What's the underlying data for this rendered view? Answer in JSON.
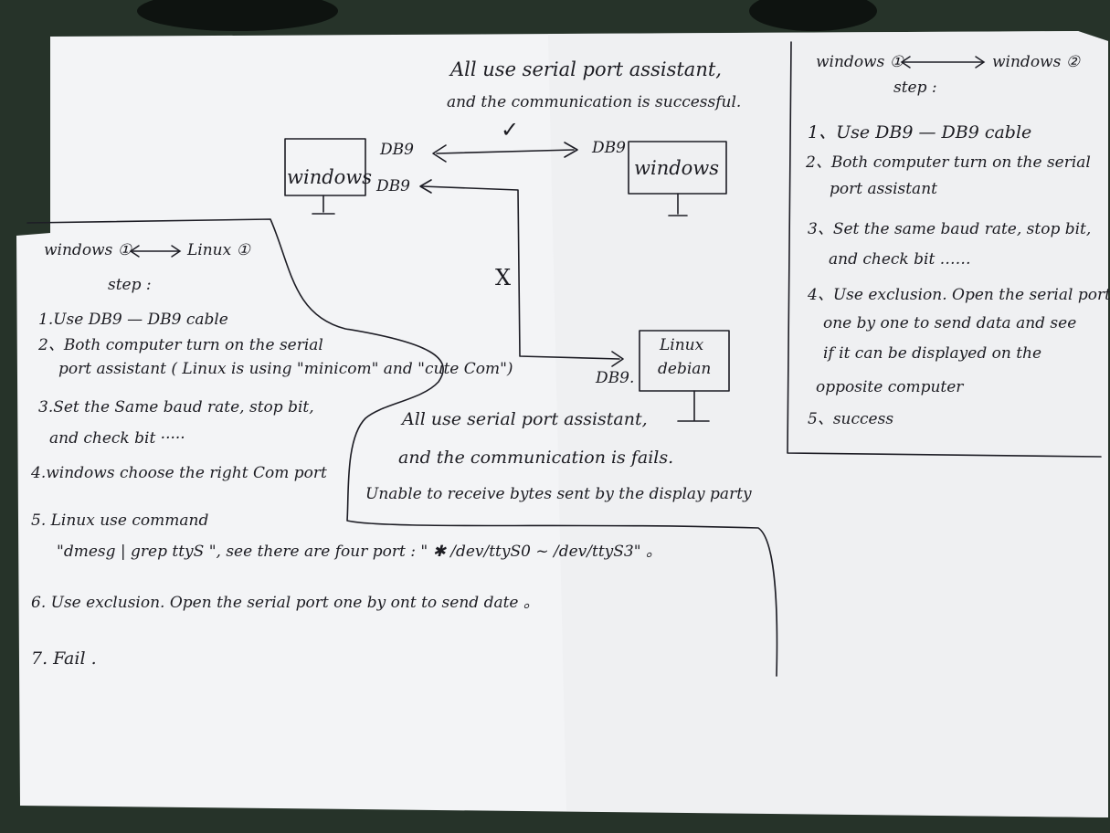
{
  "top_note": {
    "line1": "All use serial port assistant,",
    "line2": "and the communication is successful."
  },
  "diagram": {
    "check_mark": "✓",
    "cross_mark": "X",
    "win1": {
      "label": "windows",
      "port_top": "DB9",
      "port_bottom": "DB9"
    },
    "win2": {
      "label": "windows",
      "port": "DB9"
    },
    "linux": {
      "line1": "Linux",
      "line2": "debian",
      "port": "DB9."
    }
  },
  "right_panel": {
    "header_left": "windows ①",
    "header_right": "windows ②",
    "step_title": "step :",
    "lines": [
      "1、Use  DB9 — DB9  cable",
      "2、Both computer turn on the serial",
      "port  assistant",
      "3、Set  the  same  baud rate,  stop bit,",
      "and  check  bit ……",
      "4、Use  exclusion.  Open  the  serial  port",
      "one  by one  to  send  data  and  see",
      "if  it  can  be  displayed  on  the",
      "opposite  computer",
      "5、success"
    ]
  },
  "left_panel": {
    "header_left": "windows ①",
    "header_right": "Linux ①",
    "step_title": "step :",
    "lines": [
      "1.Use  DB9 — DB9  cable",
      "2、Both  computer  turn on  the  serial",
      "port  assistant ( Linux is using \"minicom\" and \"cute Com\")",
      "3.Set  the  Same  baud  rate,  stop bit,",
      "and  check  bit ·····",
      "4.windows  choose  the right  Com  port",
      "5. Linux  use  command",
      "\"dmesg | grep  ttyS \",  see  there are  four  port :  \" ✱ /dev/ttyS0 ~ /dev/ttyS3\" 。",
      "6. Use  exclusion.  Open  the  serial  port  one by  ont  to  send  date 。",
      "7.  Fail ."
    ]
  },
  "fail_note": {
    "line1": "All use  serial  port  assistant,",
    "line2": "and  the  communication  is  fails.",
    "line3": "Unable  to  receive  bytes  sent  by  the  display  party"
  }
}
